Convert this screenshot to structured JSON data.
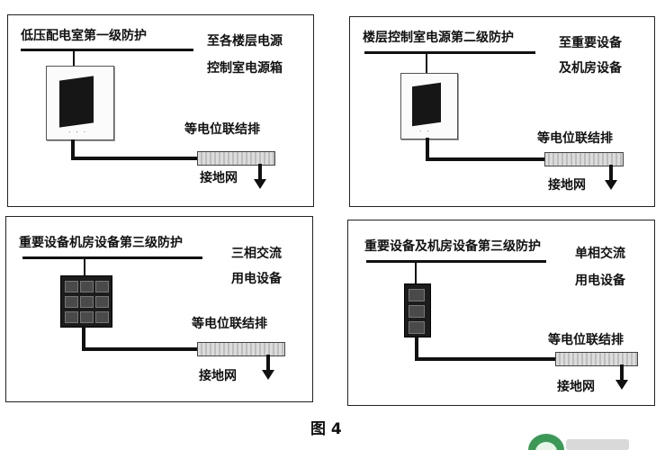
{
  "caption": "图 4",
  "panels": [
    {
      "title": "低压配电室第一级防护",
      "labels": [
        "至各楼层电源",
        "控制室电源箱"
      ],
      "bar_label": "等电位联结排",
      "ground_label": "接地网"
    },
    {
      "title": "楼层控制室电源第二级防护",
      "labels": [
        "至重要设备",
        "及机房设备"
      ],
      "bar_label": "等电位联结排",
      "ground_label": "接地网"
    },
    {
      "title": "重要设备机房设备第三级防护",
      "labels": [
        "三相交流",
        "用电设备"
      ],
      "bar_label": "等电位联结排",
      "ground_label": "接地网"
    },
    {
      "title": "重要设备及机房设备第三级防护",
      "labels": [
        "单相交流",
        "用电设备"
      ],
      "bar_label": "等电位联结排",
      "ground_label": "接地网"
    }
  ],
  "icons": {
    "cabinet": "distribution-cabinet-icon",
    "surge": "surge-protector-icon",
    "ground": "ground-arrow-icon",
    "watermark": "watermark-logo"
  }
}
